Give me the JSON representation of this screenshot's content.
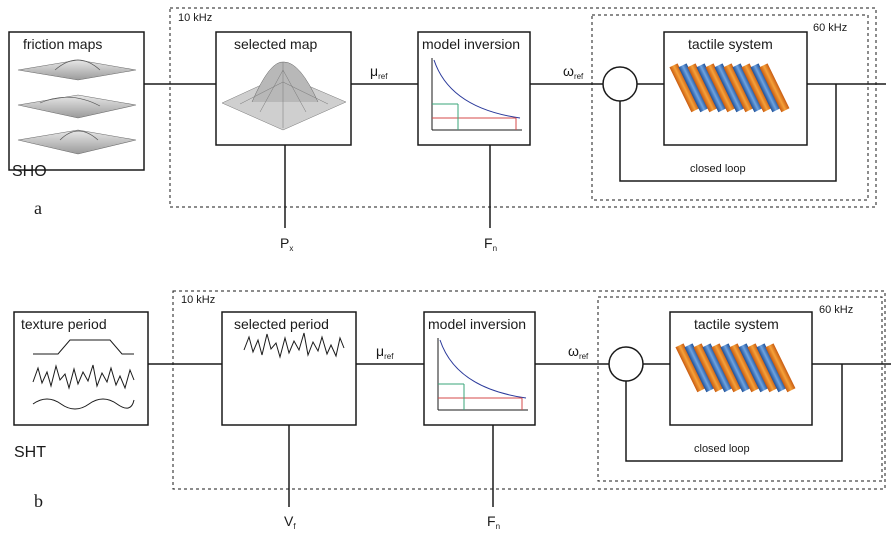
{
  "panel_a": {
    "freq_outer": "10 kHz",
    "freq_inner": "60 kHz",
    "box_friction_maps": "friction maps",
    "box_selected_map": "selected map",
    "box_model_inversion": "model inversion",
    "box_tactile_system": "tactile system",
    "closed_loop": "closed loop",
    "mu_ref": "μ",
    "mu_ref_sub": "ref",
    "omega_ref": "ω",
    "omega_ref_sub": "ref",
    "input_left": "P",
    "input_left_sub": "x",
    "input_right": "F",
    "input_right_sub": "n",
    "mode_label": "SHO",
    "panel_letter": "a"
  },
  "panel_b": {
    "freq_outer": "10 kHz",
    "freq_inner": "60 kHz",
    "box_texture_period": "texture period",
    "box_selected_period": "selected period",
    "box_model_inversion": "model inversion",
    "box_tactile_system": "tactile system",
    "closed_loop": "closed loop",
    "mu_ref": "μ",
    "mu_ref_sub": "ref",
    "omega_ref": "ω",
    "omega_ref_sub": "ref",
    "input_left": "V",
    "input_left_sub": "f",
    "input_right": "F",
    "input_right_sub": "n",
    "mode_label": "SHT",
    "panel_letter": "b"
  },
  "colors": {
    "line": "#1a1a1a",
    "curve_blue": "#2b3a9b",
    "guide_red": "#d44a4a",
    "guide_green": "#3aa57a",
    "rod_orange": "#e8871e",
    "rod_blue": "#3b7ac8"
  }
}
